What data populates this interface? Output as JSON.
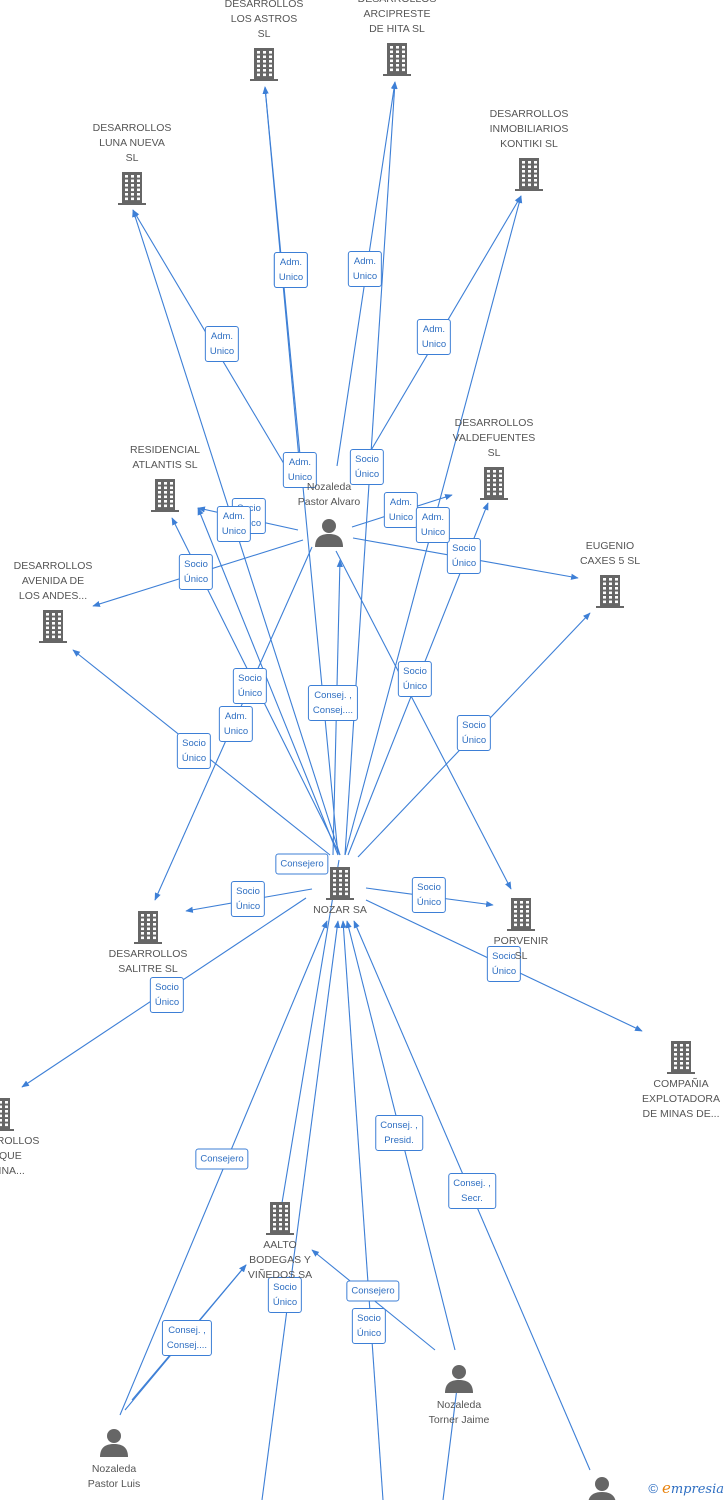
{
  "colors": {
    "edge": "#3d7fd6",
    "node_icon": "#666666",
    "label_text": "#555555",
    "edge_label": "#2f6fc2",
    "brand_e": "#e8820c"
  },
  "nodes": [
    {
      "id": "astros",
      "type": "company",
      "label": "DESARROLLOS\nLOS ASTROS\nSL"
    },
    {
      "id": "arcipreste",
      "type": "company",
      "label": "DESARROLLOS\nARCIPRESTE\nDE HITA  SL"
    },
    {
      "id": "luna",
      "type": "company",
      "label": "DESARROLLOS\nLUNA NUEVA\nSL"
    },
    {
      "id": "kontiki",
      "type": "company",
      "label": "DESARROLLOS\nINMOBILIARIOS\nKONTIKI  SL"
    },
    {
      "id": "atlantis",
      "type": "company",
      "label": "RESIDENCIAL\nATLANTIS  SL"
    },
    {
      "id": "valdefuentes",
      "type": "company",
      "label": "DESARROLLOS\nVALDEFUENTES\nSL"
    },
    {
      "id": "alvaro",
      "type": "person",
      "label": "Nozaleda\nPastor Alvaro"
    },
    {
      "id": "eugenio",
      "type": "company",
      "label": "EUGENIO\nCAXES 5  SL"
    },
    {
      "id": "andes",
      "type": "company",
      "label": "DESARROLLOS\nAVENIDA DE\nLOS ANDES..."
    },
    {
      "id": "nozar",
      "type": "company",
      "label": "NOZAR SA"
    },
    {
      "id": "salitre",
      "type": "company",
      "label": "DESARROLLOS\nSALITRE  SL"
    },
    {
      "id": "porvenir",
      "type": "company",
      "label": "PORVENIR\nSL"
    },
    {
      "id": "compania",
      "type": "company",
      "label": "COMPAÑIA\nEXPLOTADORA\nDE MINAS DE..."
    },
    {
      "id": "parque",
      "type": "company",
      "label": "DESARROLLOS\nPARQUE\nMARINA..."
    },
    {
      "id": "aalto",
      "type": "company",
      "label": "AALTO\nBODEGAS Y\nVIÑEDOS SA"
    },
    {
      "id": "jaime",
      "type": "person",
      "label": "Nozaleda\nTorner Jaime"
    },
    {
      "id": "luis",
      "type": "person",
      "label": "Nozaleda\nPastor Luis"
    },
    {
      "id": "person_br",
      "type": "person",
      "label": ""
    }
  ],
  "edges": [
    {
      "id": "e1",
      "label": "Adm.\nUnico"
    },
    {
      "id": "e2",
      "label": "Adm.\nUnico"
    },
    {
      "id": "e3",
      "label": "Adm.\nUnico"
    },
    {
      "id": "e4",
      "label": "Adm.\nUnico"
    },
    {
      "id": "e5",
      "label": "Socio\nÚnico"
    },
    {
      "id": "e6",
      "label": "Socio\nÚnico"
    },
    {
      "id": "e7",
      "label": "Adm.\nUnico"
    },
    {
      "id": "e8",
      "label": "Socio\nÚnico"
    },
    {
      "id": "e9",
      "label": "Adm.\nUnico"
    },
    {
      "id": "e10",
      "label": "Socio\nÚnico"
    },
    {
      "id": "e11",
      "label": "Adm.\nUnico"
    },
    {
      "id": "e12",
      "label": "Adm.\nUnico"
    },
    {
      "id": "e13",
      "label": "Socio\nÚnico"
    },
    {
      "id": "e14",
      "label": "Adm.\nUnico"
    },
    {
      "id": "e15",
      "label": "Socio\nÚnico"
    },
    {
      "id": "e16",
      "label": "Consej. ,\nConsej...."
    },
    {
      "id": "e17",
      "label": "Socio\nÚnico"
    },
    {
      "id": "e18",
      "label": "Adm.\nUnico"
    },
    {
      "id": "e19",
      "label": "Socio\nÚnico"
    },
    {
      "id": "e20",
      "label": "Consejero"
    },
    {
      "id": "e21",
      "label": "Socio\nÚnico"
    },
    {
      "id": "e22",
      "label": "Socio\nÚnico"
    },
    {
      "id": "e23",
      "label": "Socio\nÚnico"
    },
    {
      "id": "e24",
      "label": "Socio\nÚnico"
    },
    {
      "id": "e25",
      "label": "Consejero"
    },
    {
      "id": "e26",
      "label": "Consej. ,\nPresid."
    },
    {
      "id": "e27",
      "label": "Consej. ,\nSecr."
    },
    {
      "id": "e28",
      "label": "Socio\nÚnico"
    },
    {
      "id": "e29",
      "label": "Consejero"
    },
    {
      "id": "e30",
      "label": "Consej. ,\nConsej...."
    },
    {
      "id": "e31",
      "label": "Socio\nÚnico"
    }
  ],
  "footer": {
    "copyright_symbol": "©",
    "brand_initial": "e",
    "brand_rest": "mpresia"
  }
}
